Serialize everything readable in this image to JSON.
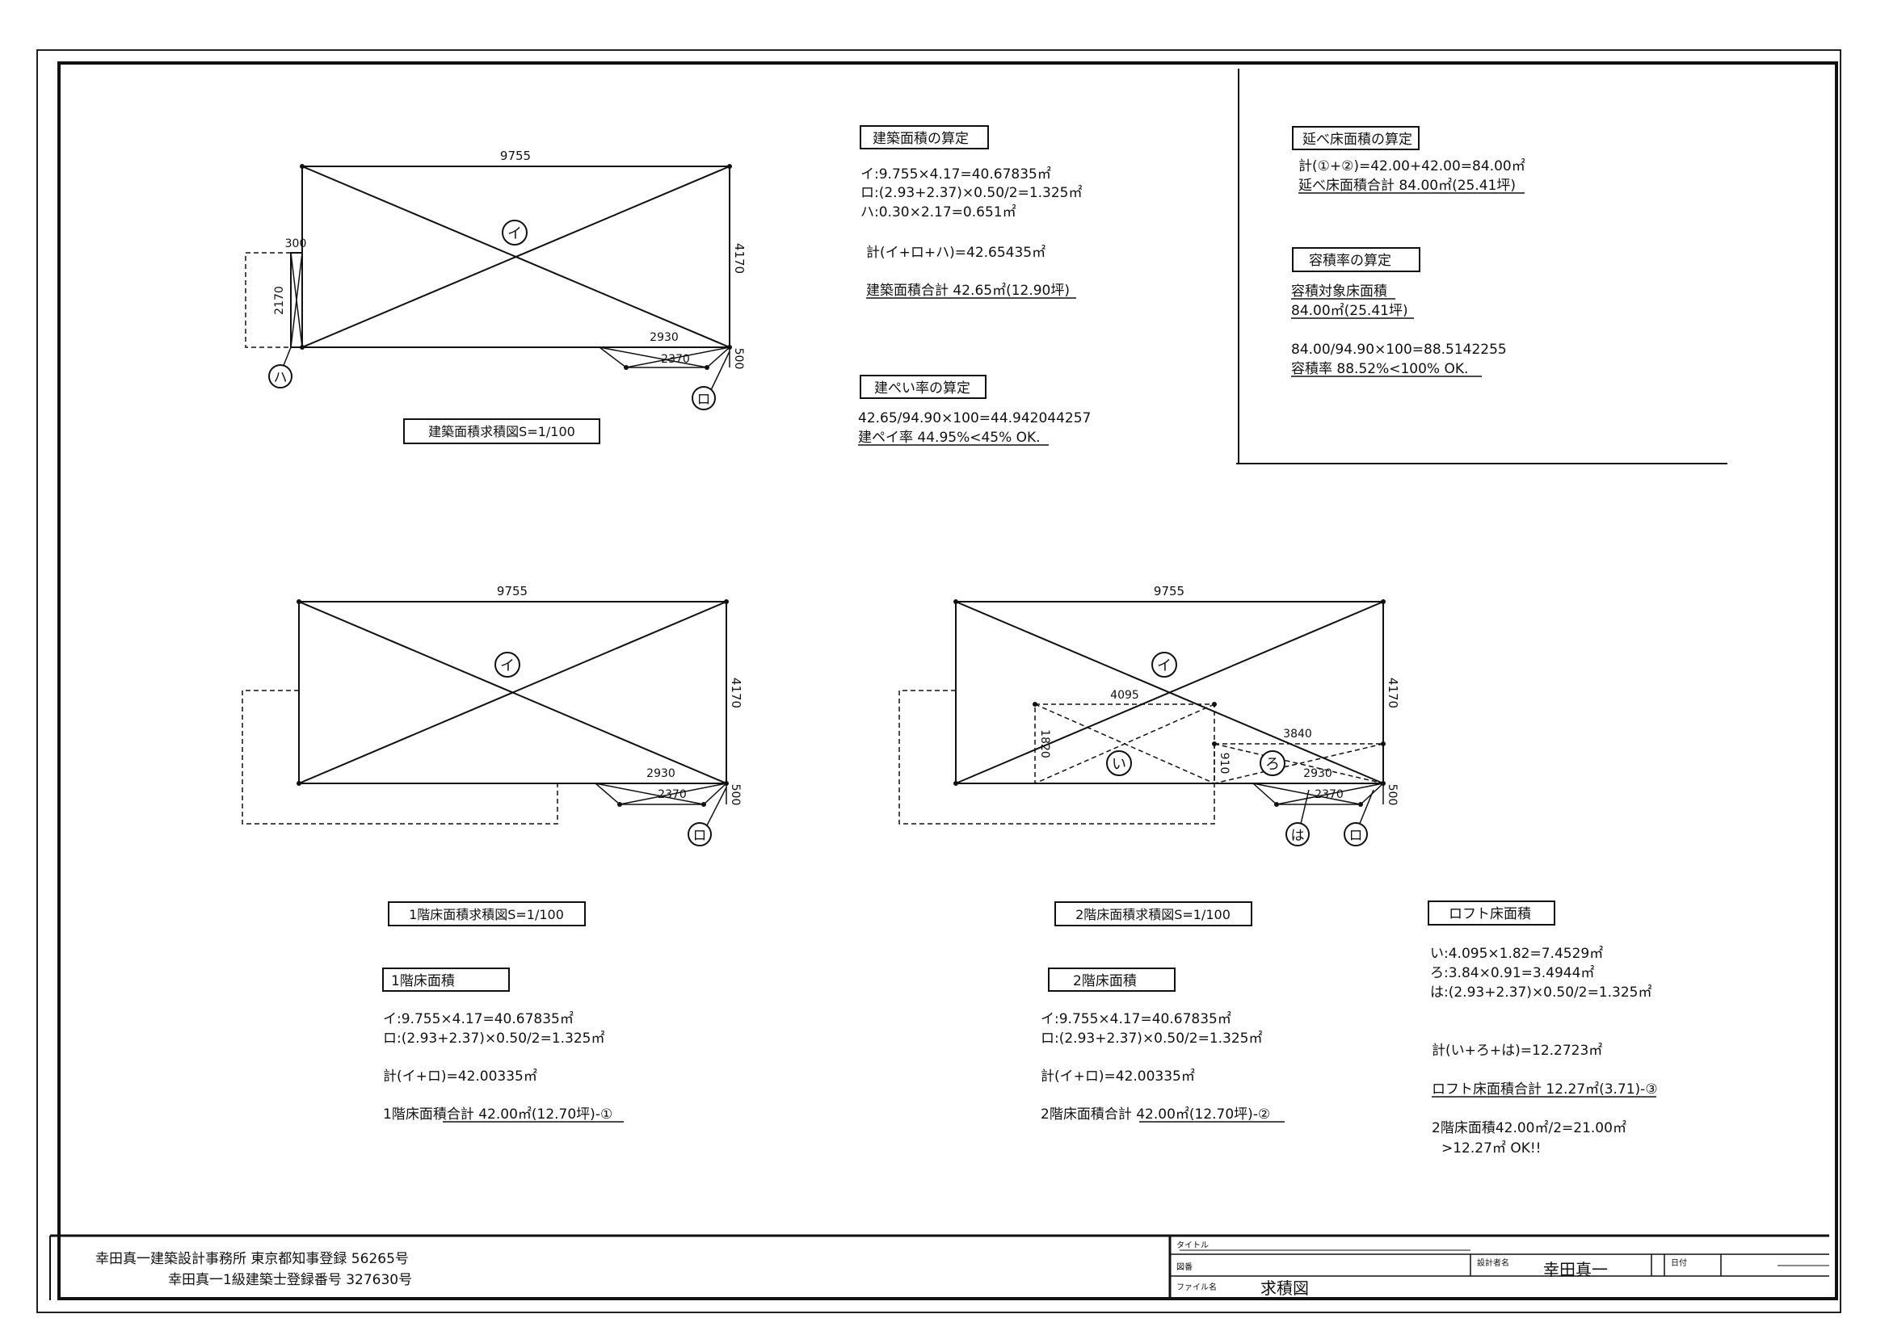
{
  "plan1": {
    "dim_top": "9755",
    "dim_right": "4170",
    "dim_left_w": "300",
    "dim_left_h": "2170",
    "dim_2930": "2930",
    "dim_2370": "2370",
    "dim_500": "500",
    "label_i": "イ",
    "label_ro": "ロ",
    "label_ha": "ハ",
    "title": "建築面積求積図S=1/100"
  },
  "building_area": {
    "heading": "建築面積の算定",
    "line1": "イ:9.755×4.17=40.67835㎡",
    "line2": "ロ:(2.93+2.37)×0.50/2=1.325㎡",
    "line3": "ハ:0.30×2.17=0.651㎡",
    "sum": "計(イ+ロ+ハ)=42.65435㎡",
    "total": "建築面積合計 42.65㎡(12.90坪)"
  },
  "coverage": {
    "heading": "建ぺい率の算定",
    "line1": "42.65/94.90×100=44.942044257",
    "line2": "建ペイ率 44.95%<45%  OK."
  },
  "total_floor": {
    "heading": "延べ床面積の算定",
    "line1": "計(①+②)=42.00+42.00=84.00㎡",
    "line2": "延べ床面積合計 84.00㎡(25.41坪)"
  },
  "far": {
    "heading": "容積率の算定",
    "line1": "容積対象床面積",
    "line2": "84.00㎡(25.41坪)",
    "line3": "84.00/94.90×100=88.5142255",
    "line4": "容積率 88.52%<100%  OK."
  },
  "plan2": {
    "dim_top": "9755",
    "dim_right": "4170",
    "dim_2930": "2930",
    "dim_2370": "2370",
    "dim_500": "500",
    "label_i": "イ",
    "label_ro": "ロ",
    "title": "1階床面積求積図S=1/100"
  },
  "floor1": {
    "heading": "1階床面積",
    "line1": "イ:9.755×4.17=40.67835㎡",
    "line2": "ロ:(2.93+2.37)×0.50/2=1.325㎡",
    "sum": "計(イ+ロ)=42.00335㎡",
    "total": "1階床面積合計 42.00㎡(12.70坪)-①"
  },
  "plan3": {
    "dim_top": "9755",
    "dim_right": "4170",
    "dim_4095": "4095",
    "dim_1820": "1820",
    "dim_3840": "3840",
    "dim_910": "910",
    "dim_2930": "2930",
    "dim_2370": "2370",
    "dim_500": "500",
    "label_i": "イ",
    "label_ro": "ロ",
    "label_hi": "い",
    "label_hro": "ろ",
    "label_hha": "は",
    "title": "2階床面積求積図S=1/100"
  },
  "floor2": {
    "heading": "2階床面積",
    "line1": "イ:9.755×4.17=40.67835㎡",
    "line2": "ロ:(2.93+2.37)×0.50/2=1.325㎡",
    "sum": "計(イ+ロ)=42.00335㎡",
    "total": "2階床面積合計 42.00㎡(12.70坪)-②"
  },
  "loft": {
    "heading": "ロフト床面積",
    "line1": "い:4.095×1.82=7.4529㎡",
    "line2": "ろ:3.84×0.91=3.4944㎡",
    "line3": "は:(2.93+2.37)×0.50/2=1.325㎡",
    "sum": "計(い+ろ+は)=12.2723㎡",
    "total": "ロフト床面積合計 12.27㎡(3.71)-③",
    "check1": "2階床面積42.00㎡/2=21.00㎡",
    "check2": ">12.27㎡ OK!!"
  },
  "titleblock": {
    "office1": "幸田真一建築設計事務所 東京都知事登録  56265号",
    "office2": "幸田真一1級建築士登録番号 327630号",
    "lbl_title": "タイトル",
    "lbl_drawing": "図番",
    "lbl_file": "ファイル名",
    "file_name": "求積図",
    "lbl_designer": "設計者名",
    "designer": "幸田真一",
    "lbl_date": "日付"
  }
}
